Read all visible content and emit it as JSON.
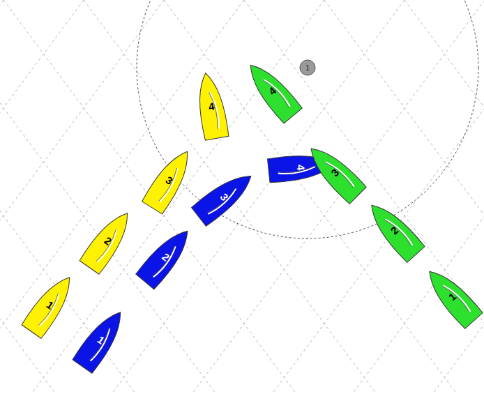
{
  "diagram": {
    "nodes": [
      {
        "text": [
          "1"
        ]
      },
      {
        "text": [
          "1"
        ]
      },
      {
        "text": [
          "2"
        ]
      },
      {
        "text": [
          "3"
        ]
      },
      {
        "text": [
          "4"
        ]
      },
      {
        "text": [
          "1"
        ]
      },
      {
        "text": [
          "2"
        ]
      },
      {
        "text": [
          "3"
        ]
      },
      {
        "text": [
          "4"
        ]
      },
      {
        "text": [
          "1"
        ]
      },
      {
        "text": [
          "2"
        ]
      },
      {
        "text": [
          "3"
        ]
      },
      {
        "text": [
          "4"
        ]
      }
    ]
  }
}
